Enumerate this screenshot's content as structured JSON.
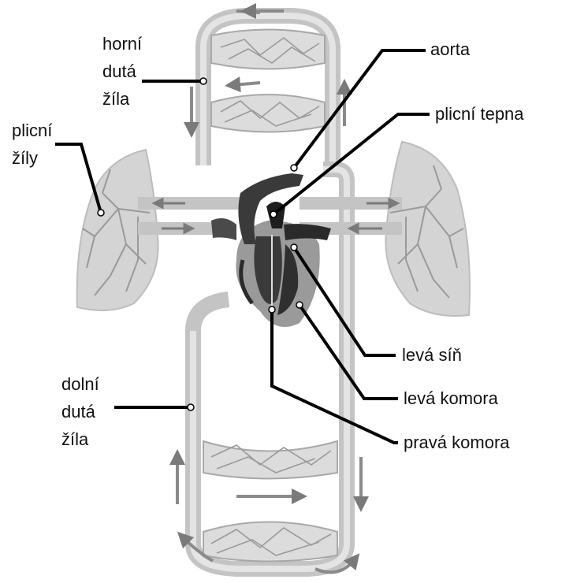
{
  "labels": {
    "superior_vena_cava": [
      "horní",
      "dutá",
      "žíla"
    ],
    "pulmonary_veins": [
      "plicní",
      "žíly"
    ],
    "inferior_vena_cava": [
      "dolní",
      "dutá",
      "žíla"
    ],
    "aorta": "aorta",
    "pulmonary_artery": "plicní tepna",
    "left_atrium": "levá síň",
    "left_ventricle": "levá komora",
    "right_ventricle": "pravá komora"
  },
  "colors": {
    "vessel": "#c9c9c9",
    "vessel_dark": "#8a8a8a",
    "lung_fill": "#d6d6d6",
    "heart_dark": "#2a2a2a",
    "leader_line": "#000000"
  }
}
